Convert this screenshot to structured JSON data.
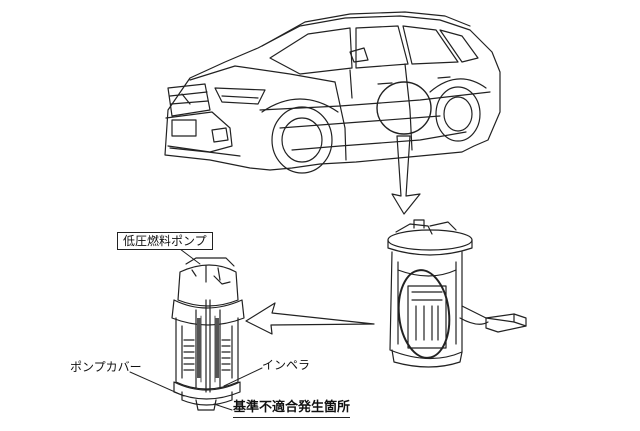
{
  "labels": {
    "low_pressure_fuel_pump": "低圧燃料ポンプ",
    "pump_cover": "ポンプカバー",
    "impeller": "インペラ",
    "nonconformity_location": "基準不適合発生箇所"
  },
  "colors": {
    "line": "#222222",
    "fill": "#ffffff",
    "shade": "#555555"
  }
}
